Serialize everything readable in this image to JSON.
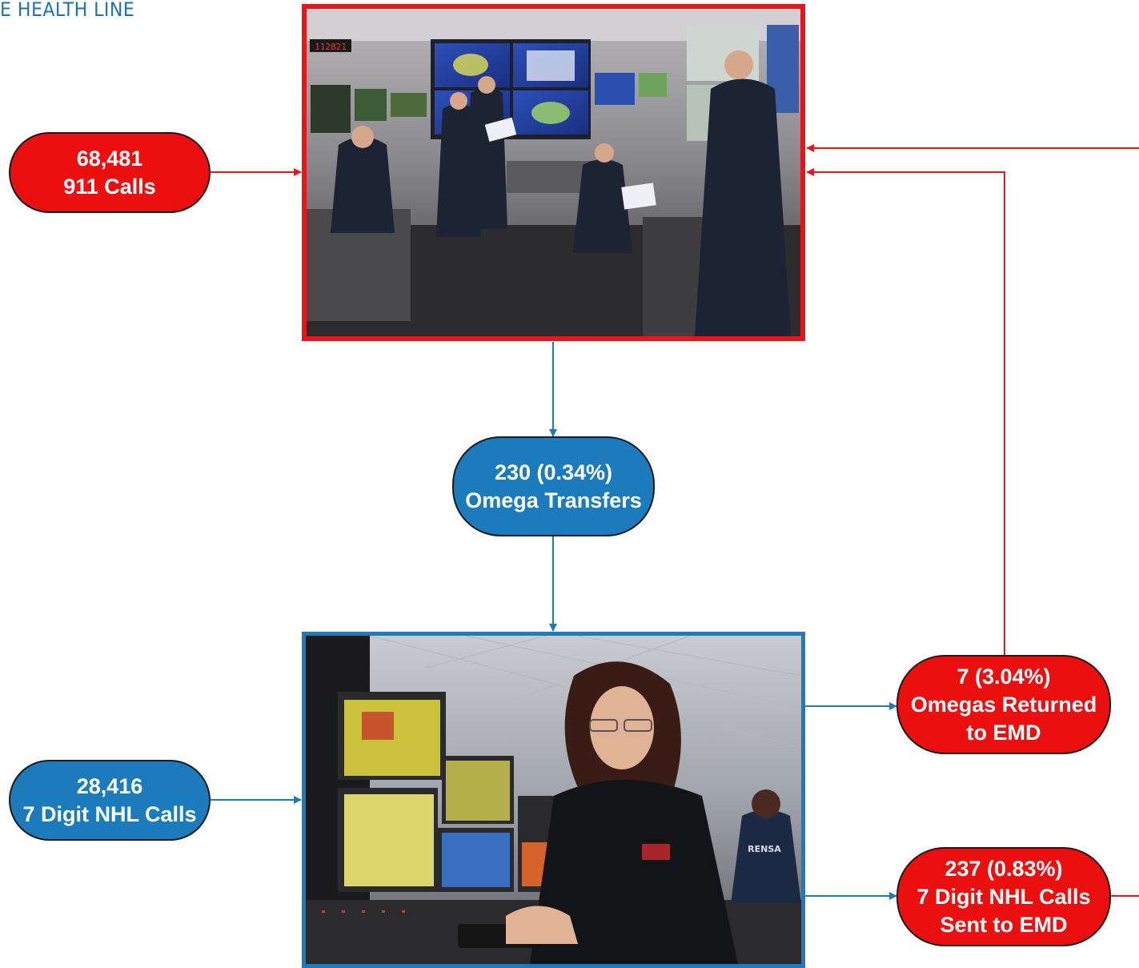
{
  "header": {
    "text": "E HEALTH LINE"
  },
  "nodes": {
    "calls_911": {
      "line1": "68,481",
      "line2": "911 Calls"
    },
    "omega_transfers": {
      "line1": "230 (0.34%)",
      "line2": "Omega Transfers"
    },
    "nhl_calls": {
      "line1": "28,416",
      "line2": "7 Digit NHL Calls"
    },
    "omegas_returned": {
      "line1": "7 (3.04%)",
      "line2": "Omegas Returned",
      "line3": "to EMD"
    },
    "nhl_sent": {
      "line1": "237 (0.83%)",
      "line2": "7 Digit NHL Calls",
      "line3": "Sent to EMD"
    }
  },
  "photos": {
    "top": {
      "description_icon": "dispatch-center-photo",
      "clock_text": "112821"
    },
    "bottom": {
      "description_icon": "nurse-health-line-photo",
      "shirt_text": "RENSA"
    }
  },
  "colors": {
    "red": "#ec0f0f",
    "blue": "#1c7bbd",
    "header": "#1f6fb5"
  }
}
